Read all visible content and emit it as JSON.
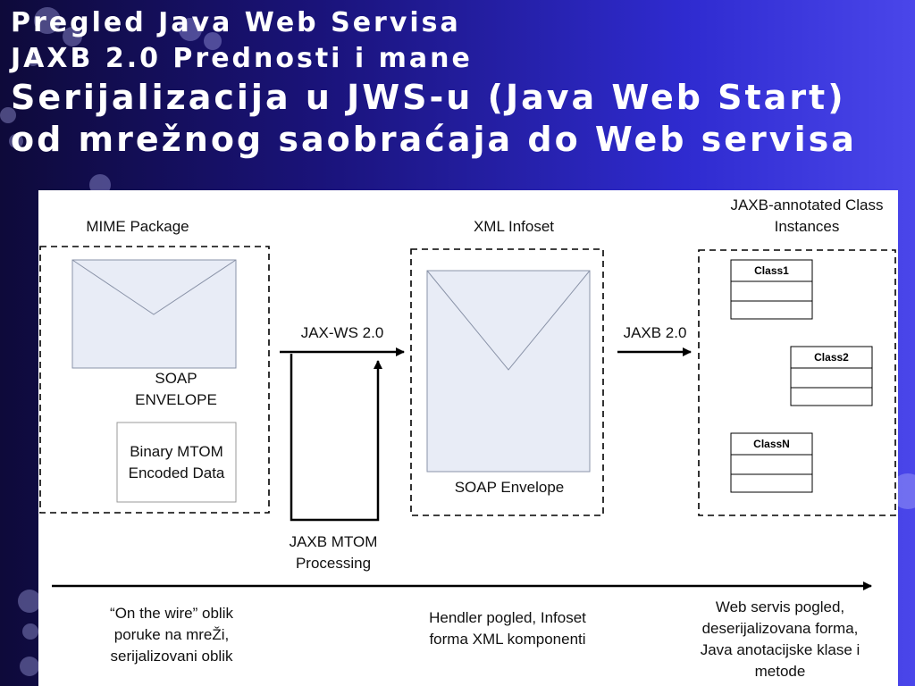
{
  "title": {
    "line1": "Pregled Java Web Servisa",
    "line2": "JAXB 2.0 Prednosti i mane",
    "line3": "Serijalizacija u JWS-u (Java Web Start)",
    "line4": "od mrežnog saobraćaja do Web servisa"
  },
  "diagram": {
    "mime_package": "MIME Package",
    "soap_envelope_caps": [
      "SOAP",
      "ENVELOPE"
    ],
    "binary_mtom": [
      "Binary MTOM",
      "Encoded Data"
    ],
    "xml_infoset": "XML Infoset",
    "soap_envelope": "SOAP Envelope",
    "jaxws": "JAX-WS 2.0",
    "jaxb": "JAXB 2.0",
    "jaxb_mtom": [
      "JAXB MTOM",
      "Processing"
    ],
    "jaxb_annotated": [
      "JAXB-annotated Class",
      "Instances"
    ],
    "classes": [
      "Class1",
      "Class2",
      "ClassN"
    ],
    "footer_left": [
      "“On the wire” oblik",
      "poruke na mreŽi,",
      "serijalizovani oblik"
    ],
    "footer_center": [
      "Hendler pogled, Infoset",
      "forma XML komponenti"
    ],
    "footer_right": [
      "Web servis pogled,",
      "deserijalizovana forma,",
      "Java anotacijske klase i",
      "metode"
    ]
  }
}
